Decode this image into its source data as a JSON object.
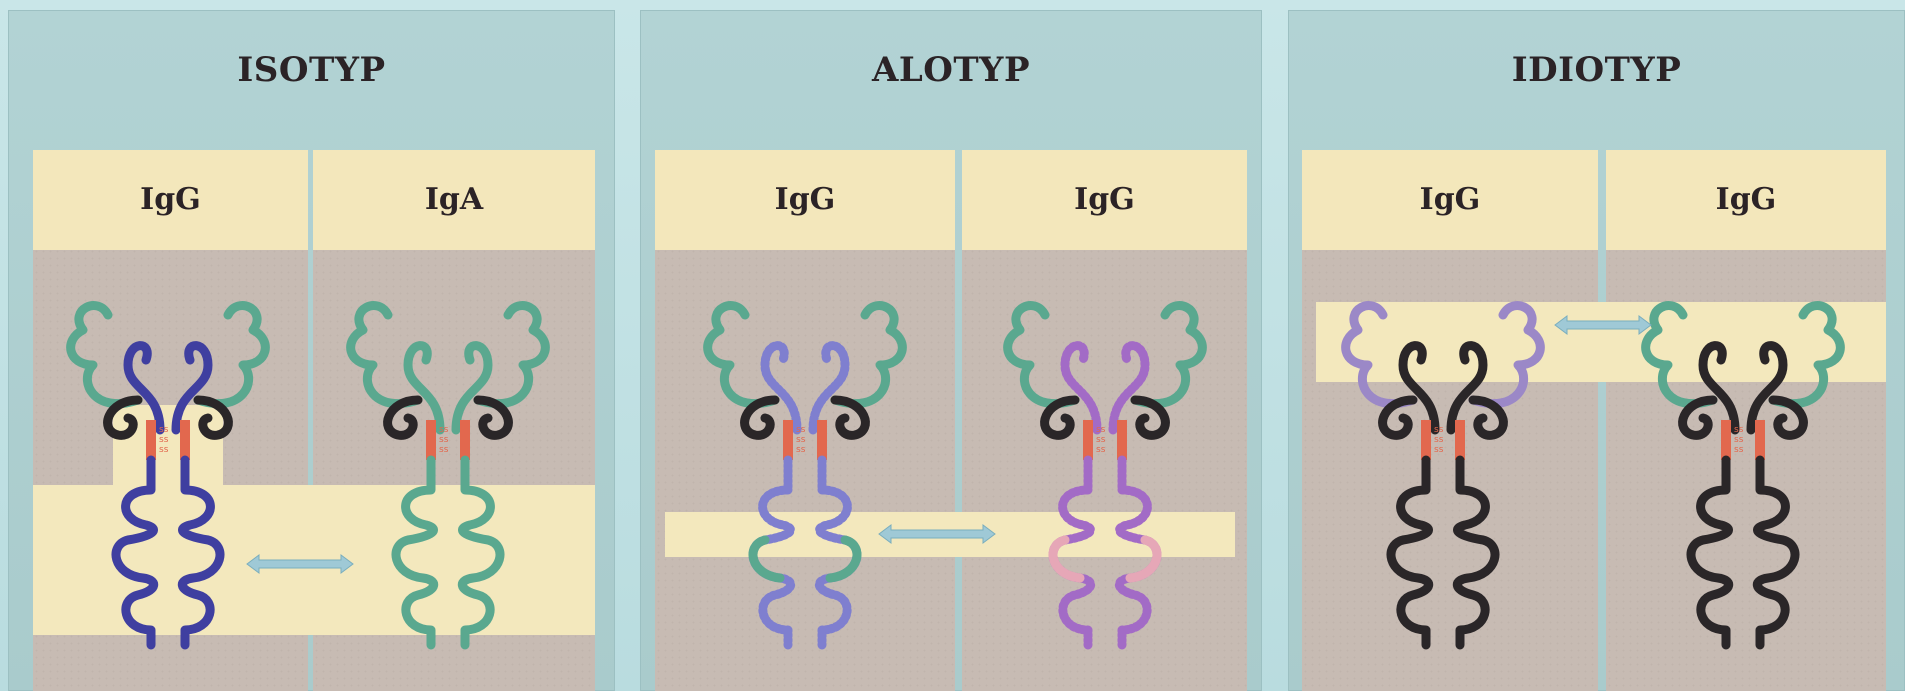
{
  "panels": [
    {
      "title": "ISOTYP",
      "left_label": "IgG",
      "right_label": "IgA"
    },
    {
      "title": "ALOTYP",
      "left_label": "IgG",
      "right_label": "IgG"
    },
    {
      "title": "IDIOTYP",
      "left_label": "IgG",
      "right_label": "IgG"
    }
  ],
  "colors": {
    "teal": "#5aa88f",
    "black": "#2a2628",
    "blue": "#3f3fa0",
    "blue_dotted": "#7f7fcf",
    "purple_dotted": "#a36bc6",
    "lavender": "#9b88c7",
    "pink": "#e6a7b7",
    "hinge": "#e2684e",
    "arrow": "#9fc9d6"
  }
}
